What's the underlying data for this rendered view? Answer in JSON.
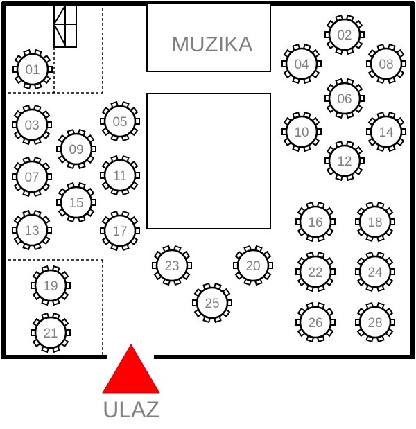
{
  "stage_label": "MUZIKA",
  "entrance_label": "ULAZ",
  "colors": {
    "wall": "#000000",
    "label": "#808080",
    "entrance": "#ff0000"
  },
  "tables": [
    "01",
    "02",
    "03",
    "04",
    "05",
    "06",
    "07",
    "08",
    "09",
    "10",
    "11",
    "12",
    "13",
    "14",
    "15",
    "16",
    "17",
    "18",
    "19",
    "20",
    "21",
    "22",
    "23",
    "24",
    "25",
    "26",
    "28"
  ]
}
